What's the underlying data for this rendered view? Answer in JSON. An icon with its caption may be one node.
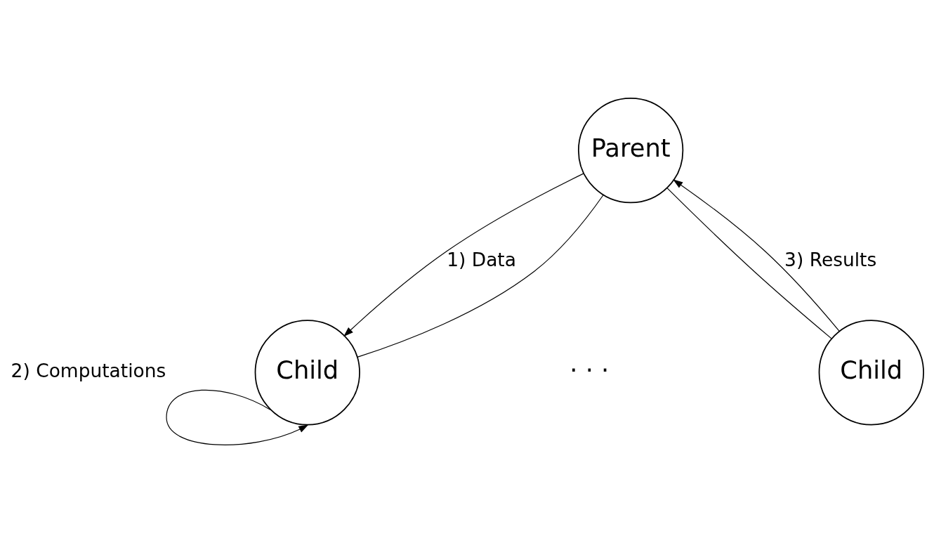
{
  "diagram": {
    "nodes": [
      {
        "text": [
          "Parent"
        ]
      },
      {
        "text": [
          "Child"
        ]
      },
      {
        "text": [
          "Child"
        ]
      }
    ],
    "edges": [
      {
        "from": 0,
        "to": 1,
        "arrow": "to",
        "label": "1) Data"
      },
      {
        "from": 0,
        "to": 1,
        "arrow": "none"
      },
      {
        "from": 0,
        "to": 2,
        "arrow": "none"
      },
      {
        "from": 2,
        "to": 0,
        "arrow": "to",
        "label": "3) Results"
      },
      {
        "from": 1,
        "to": 1,
        "arrow": "to",
        "label": "2) Computations"
      }
    ],
    "labels": [
      "· · ·"
    ]
  }
}
